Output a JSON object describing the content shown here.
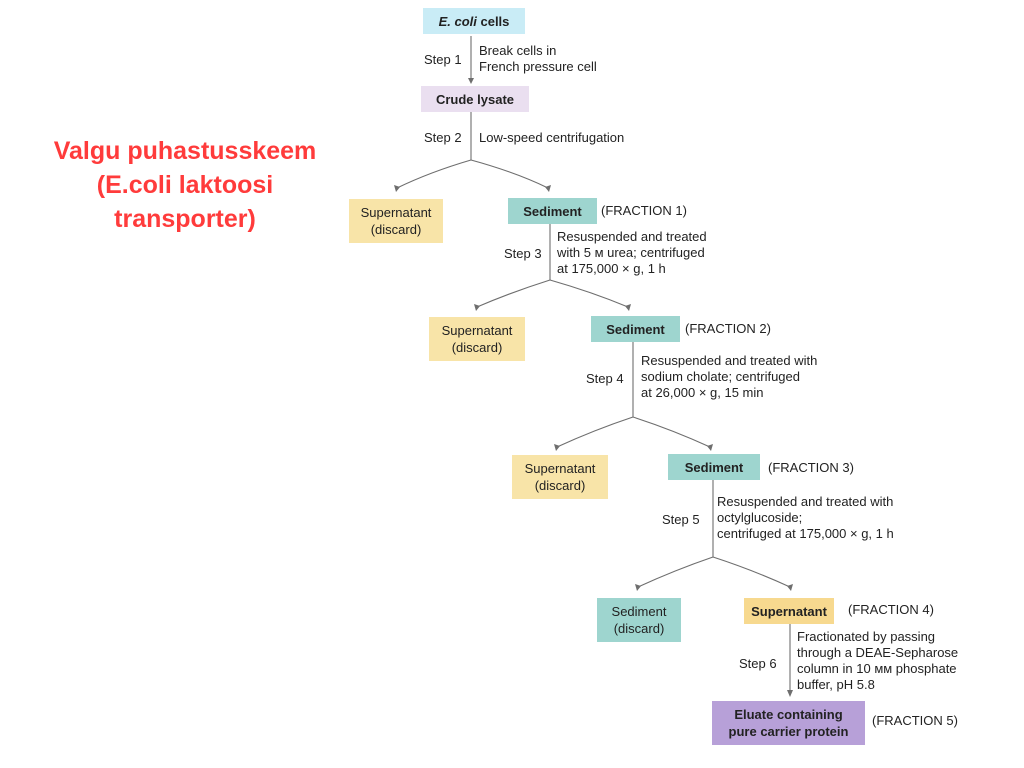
{
  "title": [
    "Valgu puhastusskeem",
    "(E.coli laktoosi",
    "transporter)"
  ],
  "colors": {
    "title": "#ff3b3b",
    "start_box": "#c9ecf6",
    "lysate_box": "#eadff0",
    "discard_box": "#f8e4a8",
    "sediment_box": "#9ed5cf",
    "supernatant_box": "#f7d98f",
    "eluate_box": "#b7a0d8",
    "line": "#6e6e6e"
  },
  "start": {
    "italic": "E. coli",
    "rest": " cells"
  },
  "step1": {
    "label": "Step 1",
    "lines": [
      "Break cells in",
      "French pressure cell"
    ]
  },
  "crude": {
    "label": "Crude lysate"
  },
  "step2": {
    "label": "Step 2",
    "lines": [
      "Low-speed centrifugation"
    ]
  },
  "f1": {
    "discard": [
      "Supernatant",
      "(discard)"
    ],
    "keep": "Sediment",
    "fraction": "(FRACTION 1)"
  },
  "step3": {
    "label": "Step 3",
    "lines": [
      "Resuspended and treated",
      "with 5 м urea; centrifuged",
      "at 175,000 × g,  1 h"
    ]
  },
  "f2": {
    "discard": [
      "Supernatant",
      "(discard)"
    ],
    "keep": "Sediment",
    "fraction": "(FRACTION 2)"
  },
  "step4": {
    "label": "Step 4",
    "lines": [
      "Resuspended and treated with",
      "sodium cholate; centrifuged",
      "at 26,000 × g, 15 min"
    ]
  },
  "f3": {
    "discard": [
      "Supernatant",
      "(discard)"
    ],
    "keep": "Sediment",
    "fraction": "(FRACTION 3)"
  },
  "step5": {
    "label": "Step 5",
    "lines": [
      "Resuspended and treated with",
      "octylglucoside;",
      "centrifuged at 175,000 × g, 1 h"
    ]
  },
  "f4": {
    "discard": [
      "Sediment",
      "(discard)"
    ],
    "keep": "Supernatant",
    "fraction": "(FRACTION 4)"
  },
  "step6": {
    "label": "Step 6",
    "lines": [
      "Fractionated by passing",
      "through a DEAE-Sepharose",
      "column in 10 мм phosphate",
      "buffer,  pH 5.8"
    ]
  },
  "f5": {
    "keep": [
      "Eluate containing",
      "pure carrier protein"
    ],
    "fraction": "(FRACTION 5)"
  }
}
